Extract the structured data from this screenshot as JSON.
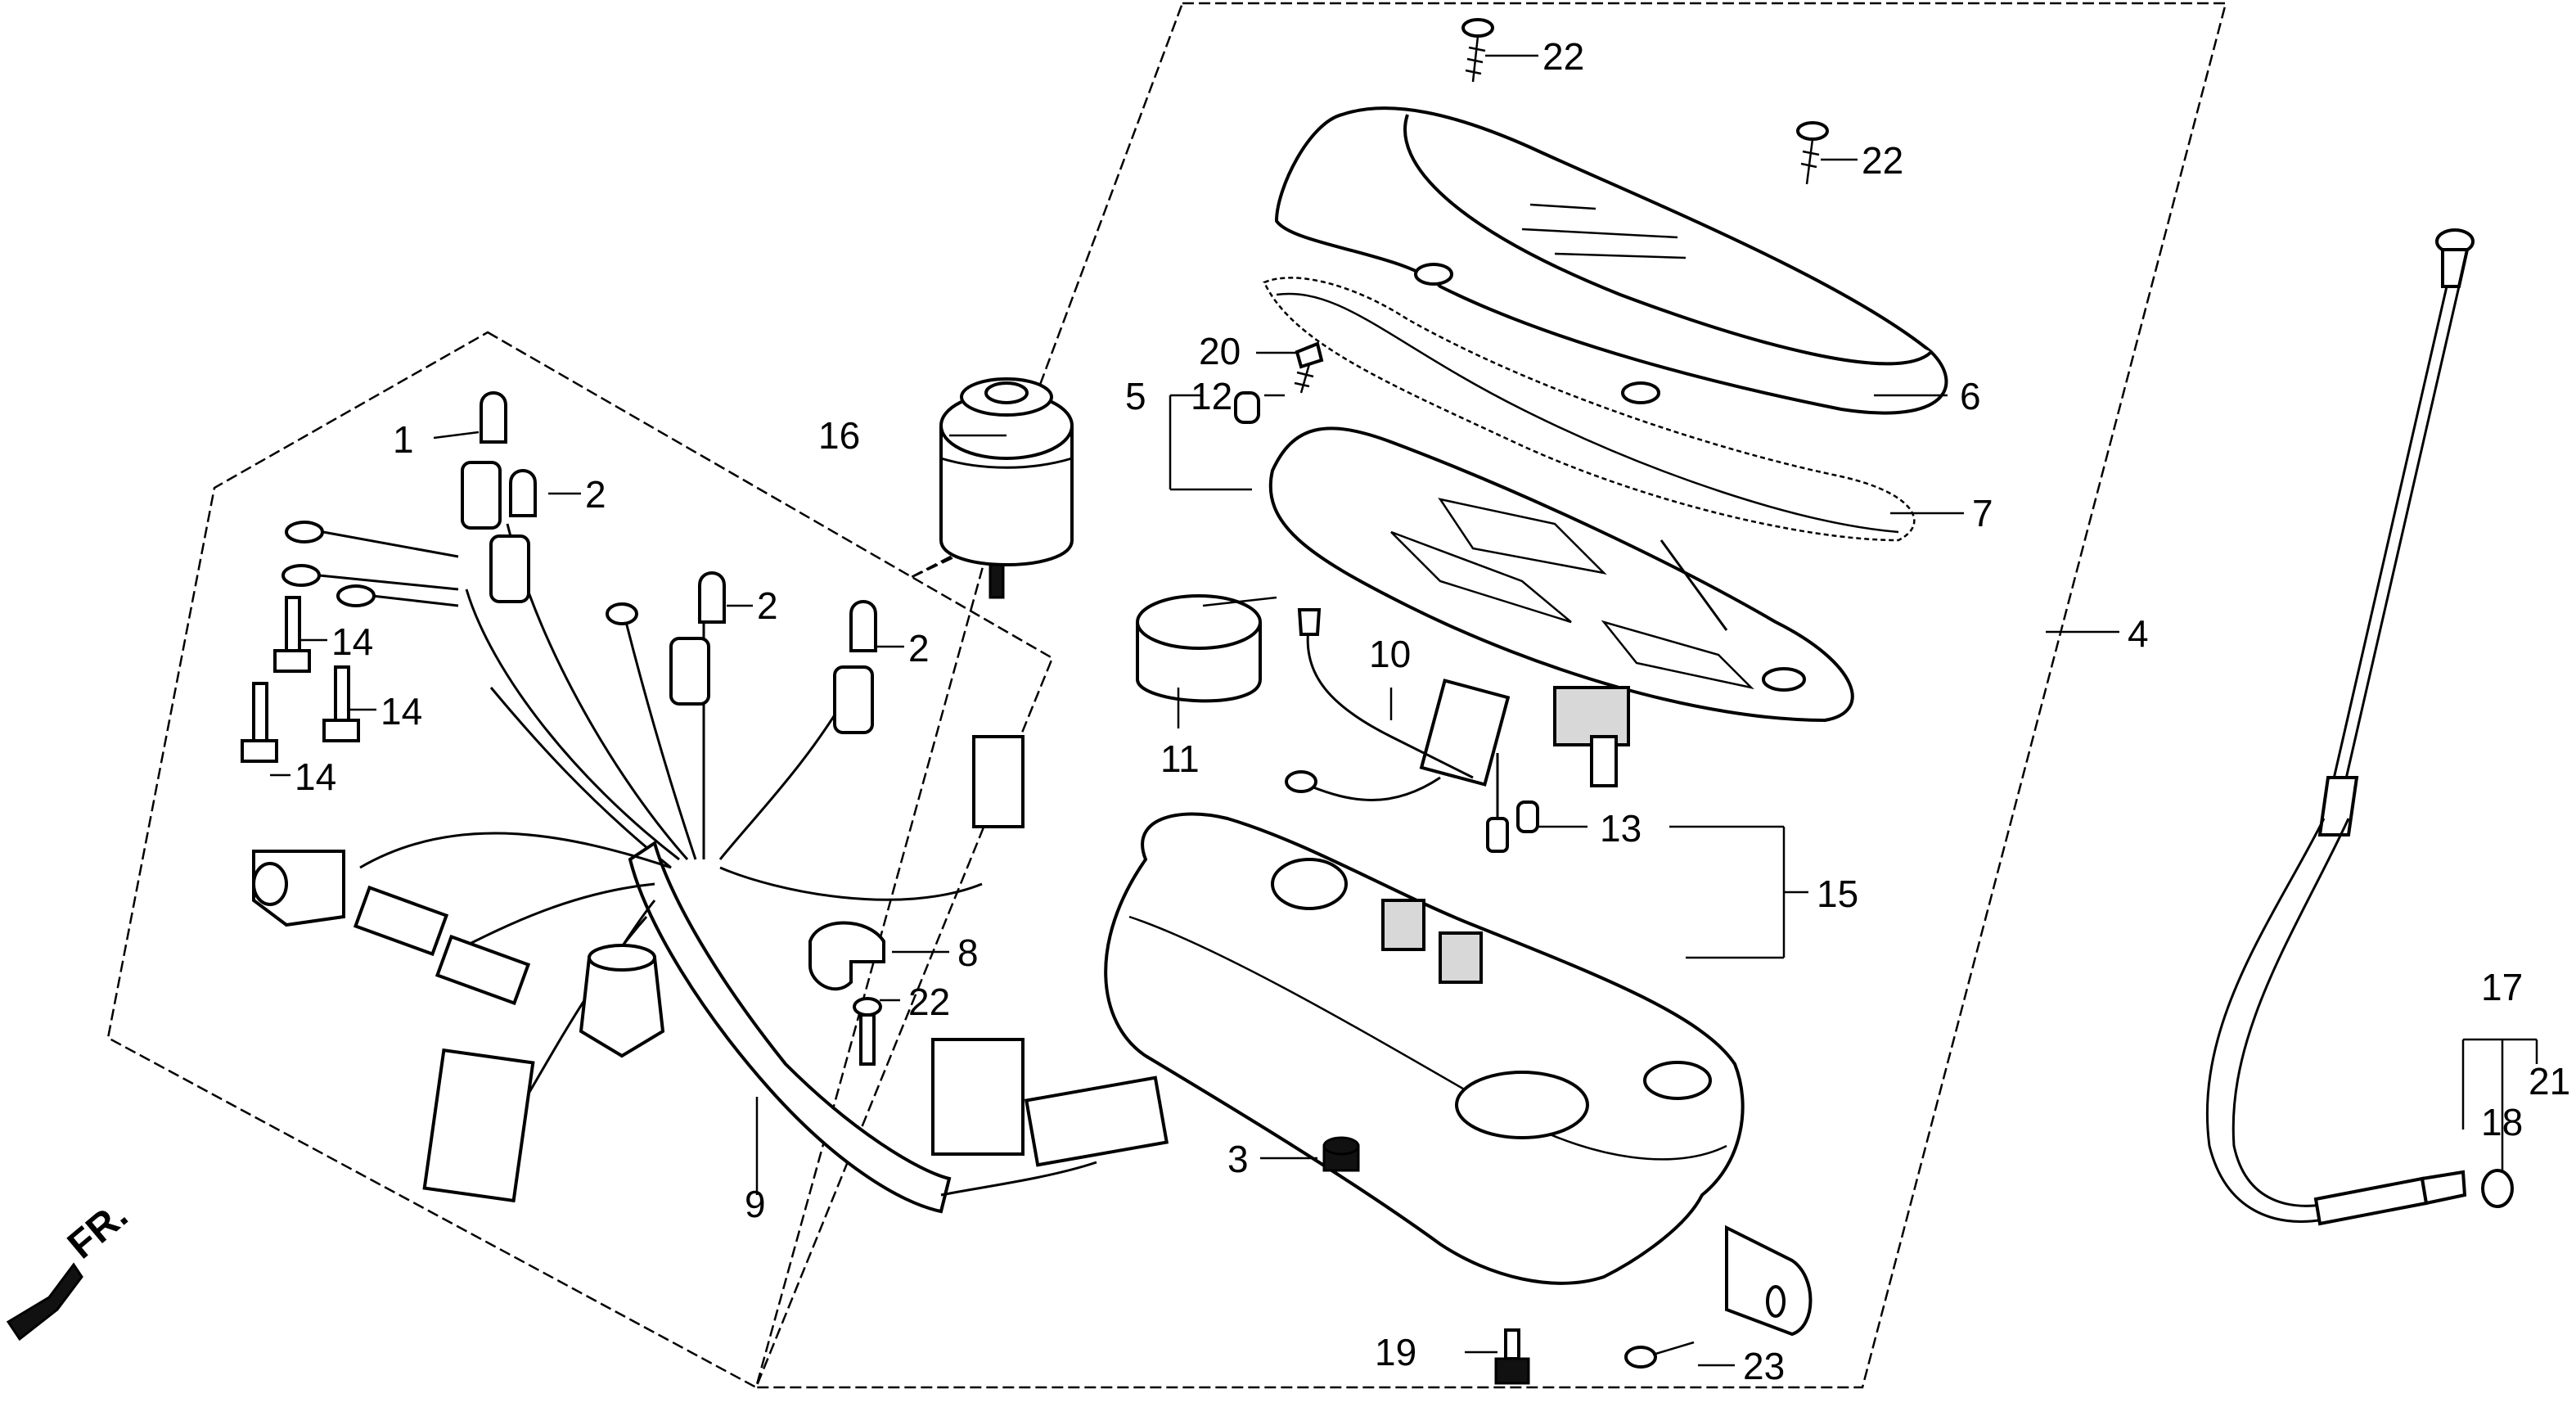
{
  "diagram": {
    "direction_label": "FR.",
    "callouts": [
      {
        "id": "c1",
        "text": "1"
      },
      {
        "id": "c2a",
        "text": "2"
      },
      {
        "id": "c2b",
        "text": "2"
      },
      {
        "id": "c2c",
        "text": "2"
      },
      {
        "id": "c3",
        "text": "3"
      },
      {
        "id": "c4",
        "text": "4"
      },
      {
        "id": "c5",
        "text": "5"
      },
      {
        "id": "c6",
        "text": "6"
      },
      {
        "id": "c7",
        "text": "7"
      },
      {
        "id": "c8",
        "text": "8"
      },
      {
        "id": "c9",
        "text": "9"
      },
      {
        "id": "c10",
        "text": "10"
      },
      {
        "id": "c11",
        "text": "11"
      },
      {
        "id": "c12",
        "text": "12"
      },
      {
        "id": "c13",
        "text": "13"
      },
      {
        "id": "c14a",
        "text": "14"
      },
      {
        "id": "c14b",
        "text": "14"
      },
      {
        "id": "c14c",
        "text": "14"
      },
      {
        "id": "c15",
        "text": "15"
      },
      {
        "id": "c16",
        "text": "16"
      },
      {
        "id": "c17",
        "text": "17"
      },
      {
        "id": "c18",
        "text": "18"
      },
      {
        "id": "c19",
        "text": "19"
      },
      {
        "id": "c20",
        "text": "20"
      },
      {
        "id": "c21",
        "text": "21"
      },
      {
        "id": "c22a",
        "text": "22"
      },
      {
        "id": "c22b",
        "text": "22"
      },
      {
        "id": "c22c",
        "text": "22"
      },
      {
        "id": "c23",
        "text": "23"
      }
    ]
  }
}
